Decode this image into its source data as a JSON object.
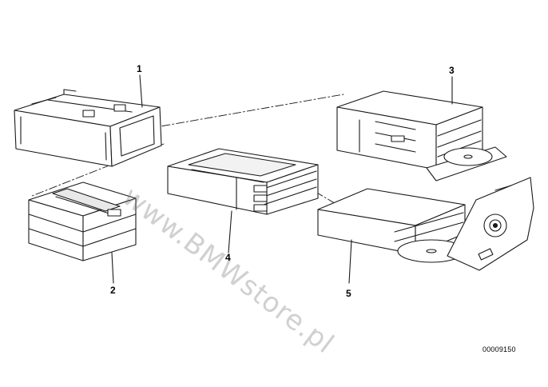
{
  "diagram": {
    "callouts": [
      {
        "id": "1",
        "label": "1"
      },
      {
        "id": "2",
        "label": "2"
      },
      {
        "id": "3",
        "label": "3"
      },
      {
        "id": "4",
        "label": "4"
      },
      {
        "id": "5",
        "label": "5"
      }
    ],
    "image_code": "00009150",
    "watermark": "www.BMWstore.pl",
    "colors": {
      "line": "#1a1a1a",
      "background": "#ffffff"
    }
  }
}
